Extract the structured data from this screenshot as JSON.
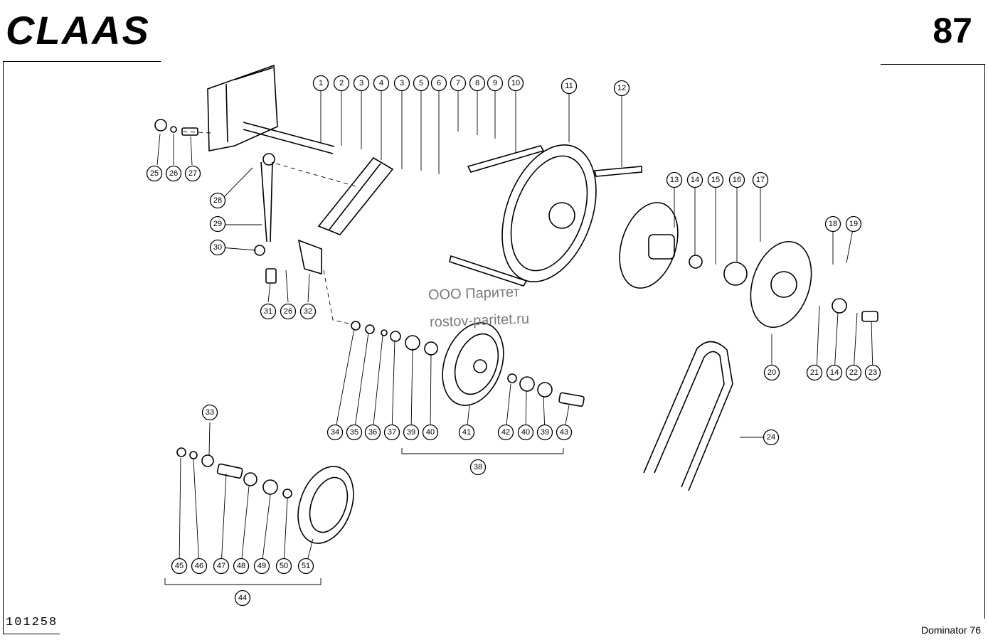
{
  "header": {
    "brand": "CLAAS",
    "page_number": "87"
  },
  "footer": {
    "document_number": "101258",
    "model": "Dominator 76"
  },
  "watermark": {
    "line1": "ООО Паритет",
    "line2": "rostov-paritet.ru"
  },
  "callouts": [
    "1",
    "2",
    "3",
    "4",
    "3",
    "5",
    "6",
    "7",
    "8",
    "9",
    "10",
    "11",
    "12",
    "13",
    "14",
    "15",
    "16",
    "17",
    "18",
    "19",
    "20",
    "21",
    "14",
    "22",
    "23",
    "24",
    "25",
    "26",
    "27",
    "28",
    "29",
    "30",
    "31",
    "26",
    "32",
    "34",
    "35",
    "36",
    "37",
    "39",
    "40",
    "41",
    "42",
    "40",
    "39",
    "43",
    "38",
    "33",
    "45",
    "46",
    "47",
    "48",
    "49",
    "50",
    "51",
    "44"
  ]
}
